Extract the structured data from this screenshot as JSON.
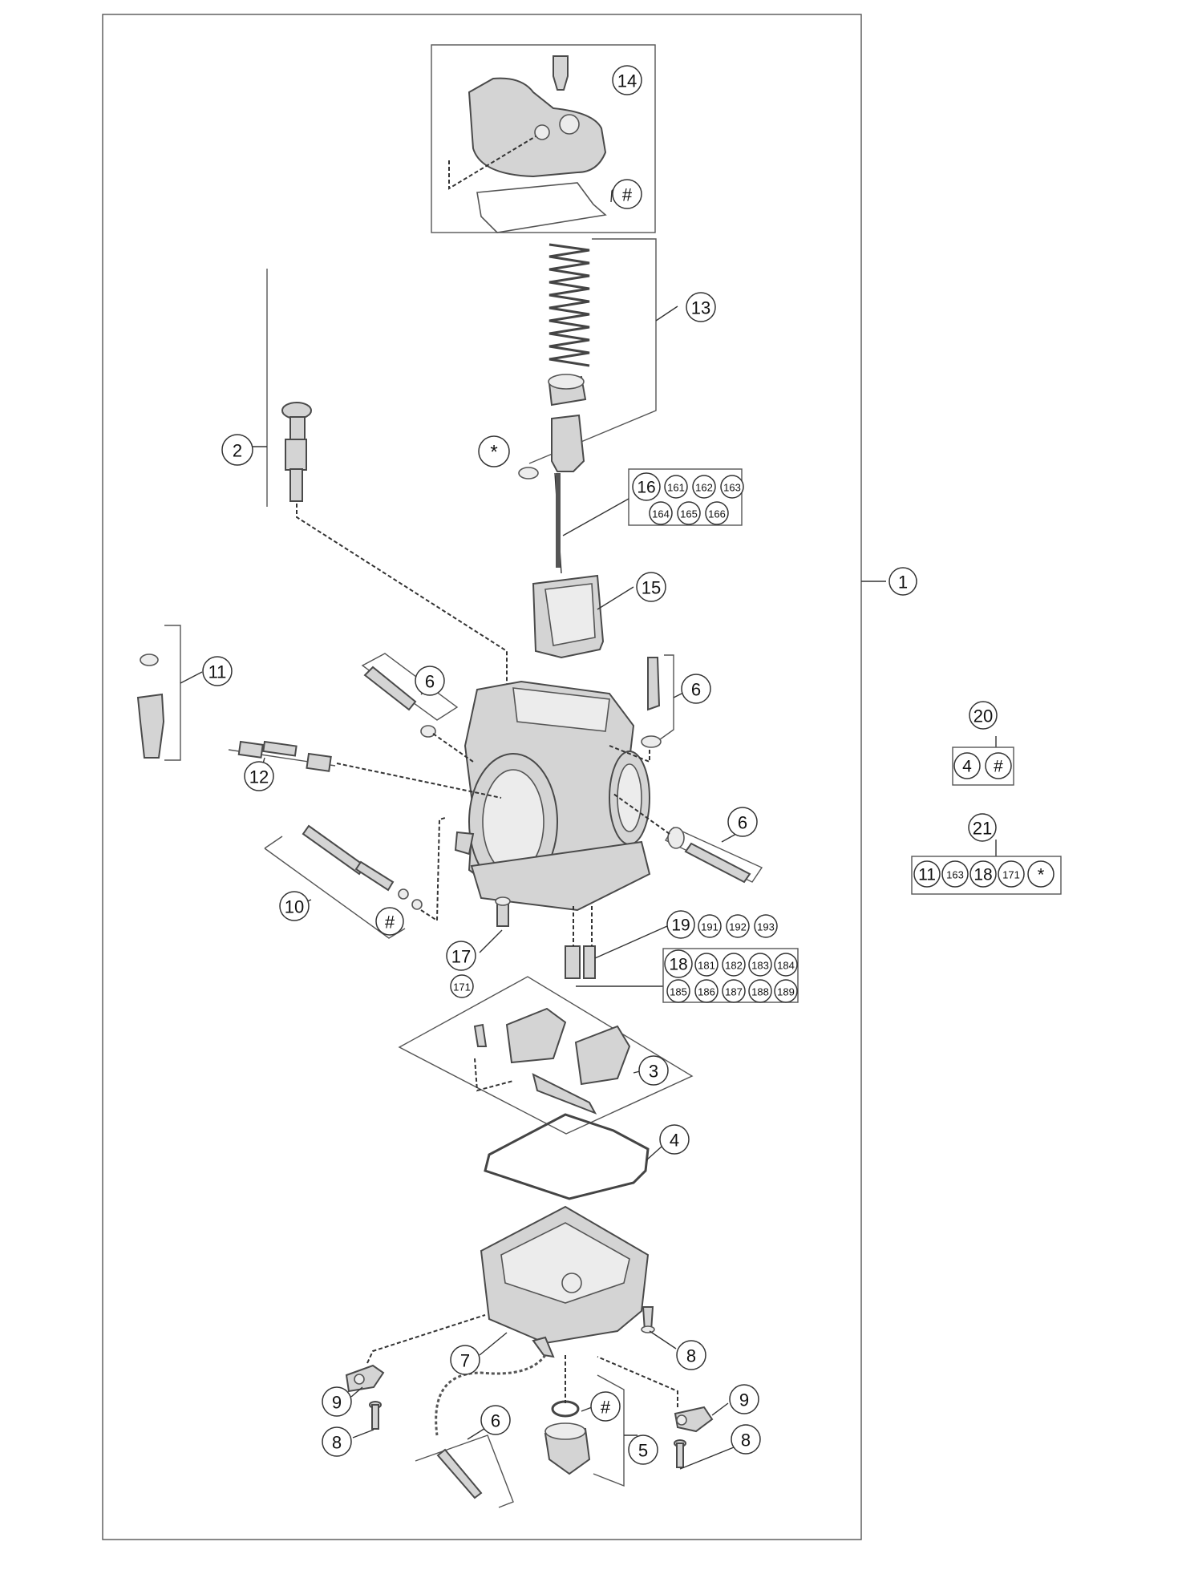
{
  "callouts": [
    {
      "id": "c14",
      "label": "14"
    },
    {
      "id": "c14h",
      "label": "#"
    },
    {
      "id": "c13",
      "label": "13"
    },
    {
      "id": "c2",
      "label": "2"
    },
    {
      "id": "cstar1",
      "label": "*"
    },
    {
      "id": "c16",
      "label": "16"
    },
    {
      "id": "c161",
      "label": "161"
    },
    {
      "id": "c162",
      "label": "162"
    },
    {
      "id": "c163",
      "label": "163"
    },
    {
      "id": "c164",
      "label": "164"
    },
    {
      "id": "c165",
      "label": "165"
    },
    {
      "id": "c166",
      "label": "166"
    },
    {
      "id": "c1",
      "label": "1"
    },
    {
      "id": "c15",
      "label": "15"
    },
    {
      "id": "c11",
      "label": "11"
    },
    {
      "id": "c6a",
      "label": "6"
    },
    {
      "id": "c6b",
      "label": "6"
    },
    {
      "id": "c20",
      "label": "20"
    },
    {
      "id": "c20_4",
      "label": "4"
    },
    {
      "id": "c20_h",
      "label": "#"
    },
    {
      "id": "c12",
      "label": "12"
    },
    {
      "id": "c6c",
      "label": "6"
    },
    {
      "id": "c21",
      "label": "21"
    },
    {
      "id": "c21_11",
      "label": "11"
    },
    {
      "id": "c21_163",
      "label": "163"
    },
    {
      "id": "c21_18",
      "label": "18"
    },
    {
      "id": "c21_171",
      "label": "171"
    },
    {
      "id": "c21_star",
      "label": "*"
    },
    {
      "id": "c10",
      "label": "10"
    },
    {
      "id": "c10h",
      "label": "#"
    },
    {
      "id": "c19",
      "label": "19"
    },
    {
      "id": "c191",
      "label": "191"
    },
    {
      "id": "c192",
      "label": "192"
    },
    {
      "id": "c193",
      "label": "193"
    },
    {
      "id": "c17",
      "label": "17"
    },
    {
      "id": "c171",
      "label": "171"
    },
    {
      "id": "c18",
      "label": "18"
    },
    {
      "id": "c181",
      "label": "181"
    },
    {
      "id": "c182",
      "label": "182"
    },
    {
      "id": "c183",
      "label": "183"
    },
    {
      "id": "c184",
      "label": "184"
    },
    {
      "id": "c185",
      "label": "185"
    },
    {
      "id": "c186",
      "label": "186"
    },
    {
      "id": "c187",
      "label": "187"
    },
    {
      "id": "c188",
      "label": "188"
    },
    {
      "id": "c189",
      "label": "189"
    },
    {
      "id": "c3",
      "label": "3"
    },
    {
      "id": "c4",
      "label": "4"
    },
    {
      "id": "c7",
      "label": "7"
    },
    {
      "id": "c8a",
      "label": "8"
    },
    {
      "id": "c9a",
      "label": "9"
    },
    {
      "id": "c8b",
      "label": "8"
    },
    {
      "id": "c6d",
      "label": "6"
    },
    {
      "id": "c5h",
      "label": "#"
    },
    {
      "id": "c5",
      "label": "5"
    },
    {
      "id": "c9b",
      "label": "9"
    },
    {
      "id": "c8c",
      "label": "8"
    }
  ]
}
